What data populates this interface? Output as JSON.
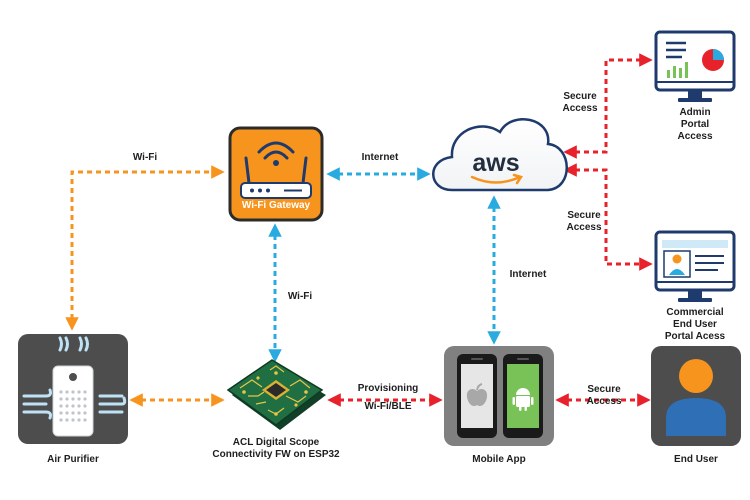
{
  "colors": {
    "orange": "#f7941d",
    "blue": "#29abe2",
    "red": "#e8222b",
    "dark_tile": "#4d4d4d",
    "gray_tile": "#808080",
    "pcb_green": "#1f6f43",
    "android_green": "#78c257"
  },
  "nodes": {
    "gateway": {
      "icon": "wifi-router-icon",
      "label": "Wi-Fi Gateway"
    },
    "cloud": {
      "icon": "aws-cloud-icon",
      "logo_text": "aws"
    },
    "admin_portal": {
      "icon": "analytics-monitor-icon",
      "label_lines": [
        "Admin",
        "Portal",
        "Access"
      ]
    },
    "commercial_portal": {
      "icon": "user-profile-monitor-icon",
      "label_lines": [
        "Commercial",
        "End User",
        "Portal Acess"
      ]
    },
    "air_purifier": {
      "icon": "air-purifier-icon",
      "label": "Air Purifier"
    },
    "esp32": {
      "icon": "pcb-board-icon",
      "label_lines": [
        "ACL Digital Scope",
        "Connectivity FW on ESP32"
      ]
    },
    "mobile_app": {
      "icon": "smartphones-icon",
      "label": "Mobile App"
    },
    "end_user": {
      "icon": "user-avatar-icon",
      "label": "End User"
    }
  },
  "edges": {
    "purifier_gateway": {
      "label": "Wi-Fi"
    },
    "gateway_cloud": {
      "label": "Internet"
    },
    "gateway_esp32": {
      "label": "Wi-Fi"
    },
    "cloud_mobile": {
      "label": "Internet"
    },
    "esp32_mobile": {
      "label_lines": [
        "Provisioning",
        "Wi-Fi/BLE"
      ]
    },
    "mobile_enduser": {
      "label_lines": [
        "Secure",
        "Access"
      ]
    },
    "cloud_admin": {
      "label_lines": [
        "Secure",
        "Access"
      ]
    },
    "cloud_commercial": {
      "label_lines": [
        "Secure",
        "Access"
      ]
    }
  }
}
